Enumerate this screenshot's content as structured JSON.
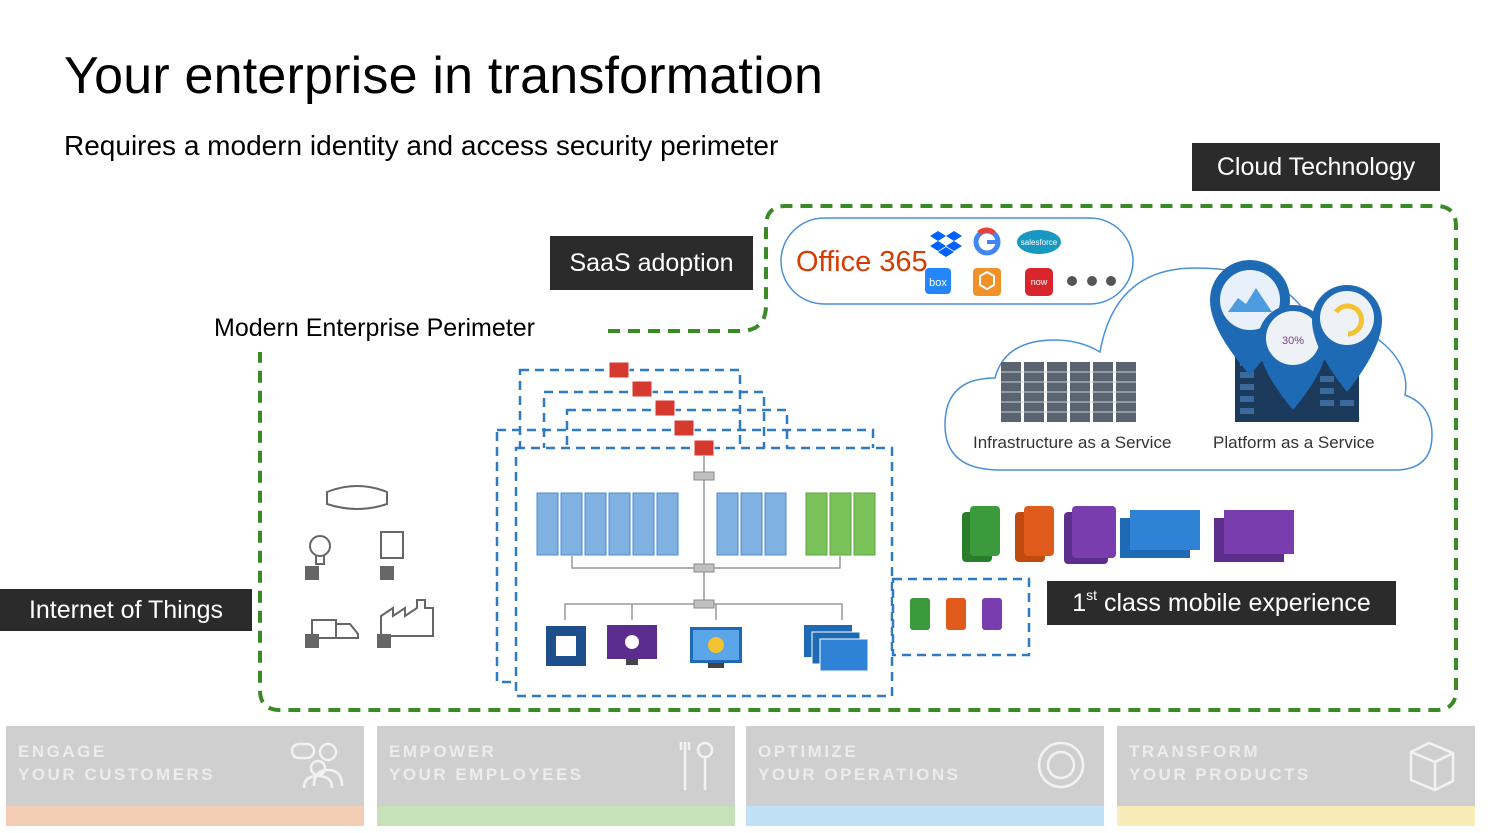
{
  "slide": {
    "title": "Your enterprise in transformation",
    "subtitle": "Requires a modern identity and access security perimeter"
  },
  "labels": {
    "cloud_technology": "Cloud Technology",
    "saas_adoption": "SaaS adoption",
    "modern_enterprise_perimeter": "Modern Enterprise Perimeter",
    "internet_of_things": "Internet of Things",
    "mobile_experience_prefix": "1",
    "mobile_experience_sup": "st",
    "mobile_experience_suffix": " class mobile experience"
  },
  "saas": {
    "office365": "Office 365",
    "apps": [
      "dropbox-icon",
      "google-icon",
      "salesforce-icon",
      "box-icon",
      "office-app-icon",
      "servicenow-icon",
      "more-icon"
    ]
  },
  "cloud": {
    "iaas": "Infrastructure as a Service",
    "paas": "Platform as a Service"
  },
  "pillars": [
    {
      "line1": "ENGAGE",
      "line2": "YOUR CUSTOMERS",
      "icon": "people-icon",
      "color": "#f4cbb3"
    },
    {
      "line1": "EMPOWER",
      "line2": "YOUR EMPLOYEES",
      "icon": "tools-icon",
      "color": "#c7e2b7"
    },
    {
      "line1": "OPTIMIZE",
      "line2": "YOUR OPERATIONS",
      "icon": "gear-icon",
      "color": "#bfe0f5"
    },
    {
      "line1": "TRANSFORM",
      "line2": "YOUR PRODUCTS",
      "icon": "box-icon",
      "color": "#f7ecb8"
    }
  ],
  "colors": {
    "perimeter_green": "#3a8a25",
    "network_blue": "#2e7bc4",
    "firewall_red": "#d63a2e",
    "server_blue": "#7fb1e3",
    "server_green": "#7cc25a",
    "tag_dark": "#2b2b2b"
  }
}
